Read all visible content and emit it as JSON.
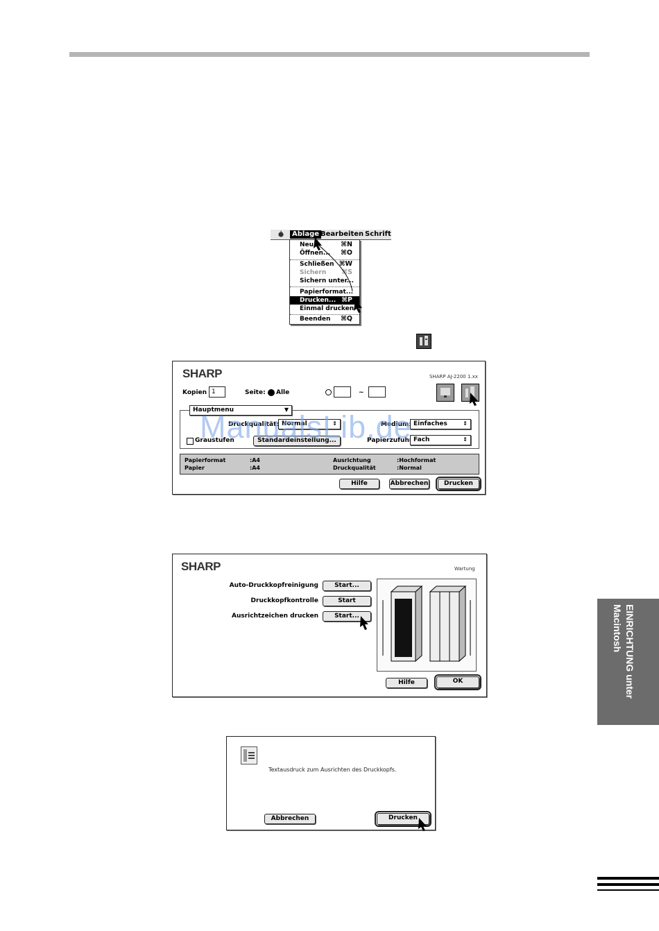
{
  "menu": {
    "apple": "",
    "items": [
      "Ablage",
      "Bearbeiten",
      "Schrift"
    ],
    "dropdown": [
      {
        "label": "Neu",
        "shortcut": "⌘N"
      },
      {
        "label": "Öffnen...",
        "shortcut": "⌘O"
      },
      {
        "label": "Schließen",
        "shortcut": "⌘W"
      },
      {
        "label": "Sichern",
        "shortcut": "⌘S"
      },
      {
        "label": "Sichern unter...",
        "shortcut": ""
      },
      {
        "label": "Papierformat...",
        "shortcut": ""
      },
      {
        "label": "Drucken...",
        "shortcut": "⌘P"
      },
      {
        "label": "Einmal drucken",
        "shortcut": ""
      },
      {
        "label": "Beenden",
        "shortcut": "⌘Q"
      }
    ]
  },
  "print_dialog": {
    "brand": "SHARP",
    "model": "SHARP AJ-2200 1.xx",
    "copies_label": "Kopien",
    "copies_value": "1",
    "pages_label": "Seite:",
    "pages_all": "Alle",
    "range_sep": "~",
    "main_menu": "Hauptmenu",
    "quality_label": "Druckqualität:",
    "quality_value": "Normal",
    "medium_label": "Medium:",
    "medium_value": "Einfaches",
    "grayscale_label": "Graustufen",
    "default_button": "Standardeinstellung...",
    "source_label": "Papierzufuhr:",
    "source_value": "Fach",
    "status": {
      "paper_format_label": "Papierformat",
      "paper_format_value": ":A4",
      "paper_label": "Papier",
      "paper_value": ":A4",
      "orientation_label": "Ausrichtung",
      "orientation_value": ":Hochformat",
      "quality_label": "Druckqualität",
      "quality_value": ":Normal"
    },
    "help_button": "Hilfe",
    "cancel_button": "Abbrechen",
    "print_button": "Drucken"
  },
  "watermark": "ManualsLib.de",
  "maintenance_dialog": {
    "brand": "SHARP",
    "title": "Wartung",
    "rows": [
      {
        "label": "Auto-Druckkopfreinigung",
        "button": "Start..."
      },
      {
        "label": "Druckkopfkontrolle",
        "button": "Start"
      },
      {
        "label": "Ausrichtzeichen drucken",
        "button": "Start..."
      }
    ],
    "help_button": "Hilfe",
    "ok_button": "OK"
  },
  "alert_dialog": {
    "message": "Textausdruck zum Ausrichten des Druckkopfs.",
    "cancel_button": "Abbrechen",
    "print_button": "Drucken"
  },
  "side_tab": {
    "line1": "EINRICHTUNG unter",
    "line2": "Macintosh"
  }
}
